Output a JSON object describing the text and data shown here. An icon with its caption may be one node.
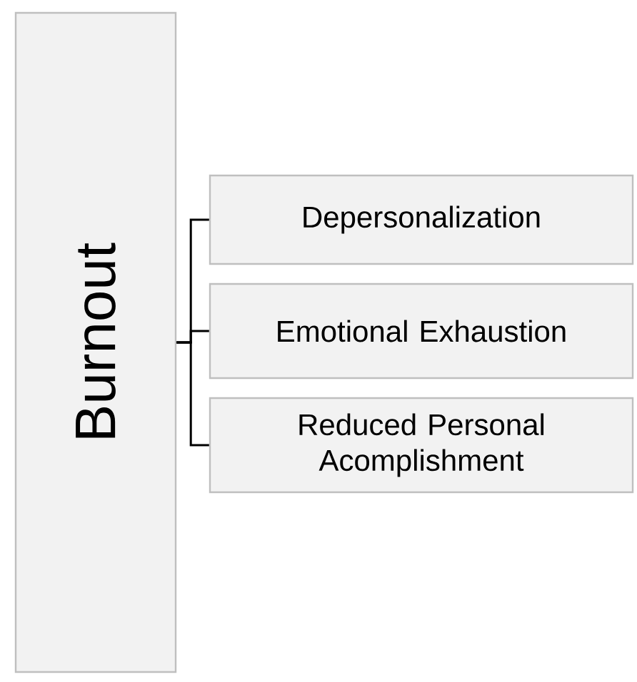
{
  "diagram": {
    "nodes": [
      {
        "text": [
          "Burnout"
        ]
      },
      {
        "text": [
          "Depersonalization"
        ]
      },
      {
        "text": [
          "Emotional Exhaustion"
        ]
      },
      {
        "text": [
          "Reduced Personal Acomplishment"
        ]
      }
    ],
    "edges": [
      {
        "from": 0,
        "to": 1,
        "arrow": "none"
      },
      {
        "from": 0,
        "to": 2,
        "arrow": "none"
      },
      {
        "from": 0,
        "to": 3,
        "arrow": "none"
      }
    ]
  }
}
